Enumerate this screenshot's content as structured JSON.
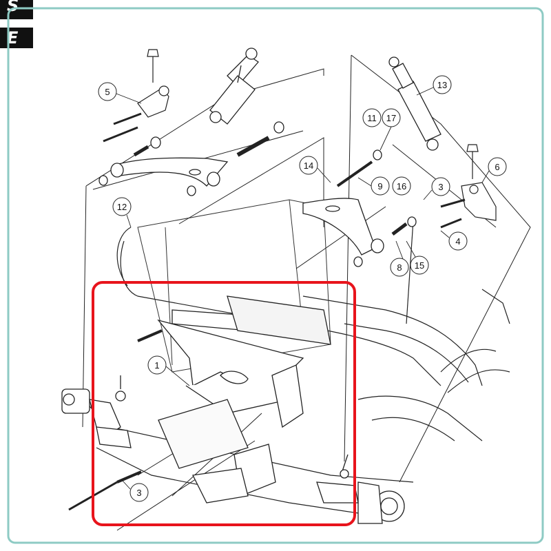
{
  "page": {
    "frame_color": "#8ecbc4",
    "highlight_color": "#e8141c",
    "corner_tabs": [
      "S",
      "E"
    ]
  },
  "callouts": [
    {
      "id": "c1",
      "label": "1"
    },
    {
      "id": "c3a",
      "label": "3"
    },
    {
      "id": "c3b",
      "label": "3"
    },
    {
      "id": "c4",
      "label": "4"
    },
    {
      "id": "c5",
      "label": "5"
    },
    {
      "id": "c6",
      "label": "6"
    },
    {
      "id": "c8",
      "label": "8"
    },
    {
      "id": "c9",
      "label": "9"
    },
    {
      "id": "c11",
      "label": "11"
    },
    {
      "id": "c12",
      "label": "12"
    },
    {
      "id": "c13",
      "label": "13"
    },
    {
      "id": "c14",
      "label": "14"
    },
    {
      "id": "c15",
      "label": "15"
    },
    {
      "id": "c16",
      "label": "16"
    },
    {
      "id": "c17",
      "label": "17"
    }
  ]
}
